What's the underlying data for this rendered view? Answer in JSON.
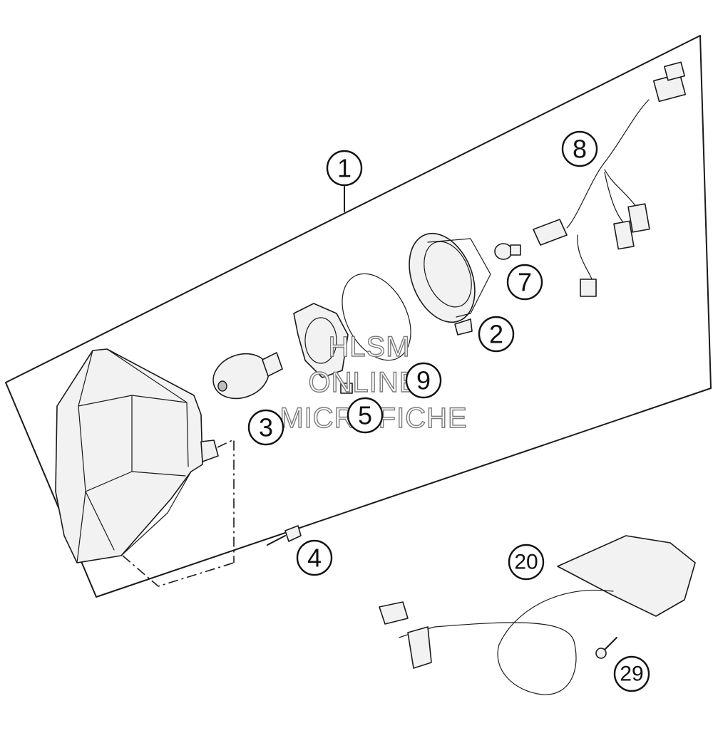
{
  "diagram": {
    "callouts": [
      {
        "id": "c1",
        "label": "1"
      },
      {
        "id": "c2",
        "label": "2"
      },
      {
        "id": "c3",
        "label": "3"
      },
      {
        "id": "c4",
        "label": "4"
      },
      {
        "id": "c5",
        "label": "5"
      },
      {
        "id": "c7",
        "label": "7"
      },
      {
        "id": "c8",
        "label": "8"
      },
      {
        "id": "c9",
        "label": "9"
      },
      {
        "id": "c20",
        "label": "20"
      },
      {
        "id": "c29",
        "label": "29"
      }
    ]
  },
  "watermark": {
    "line1": "HLSM",
    "line2": "ONLINE",
    "line3": "MICROFICHE"
  }
}
